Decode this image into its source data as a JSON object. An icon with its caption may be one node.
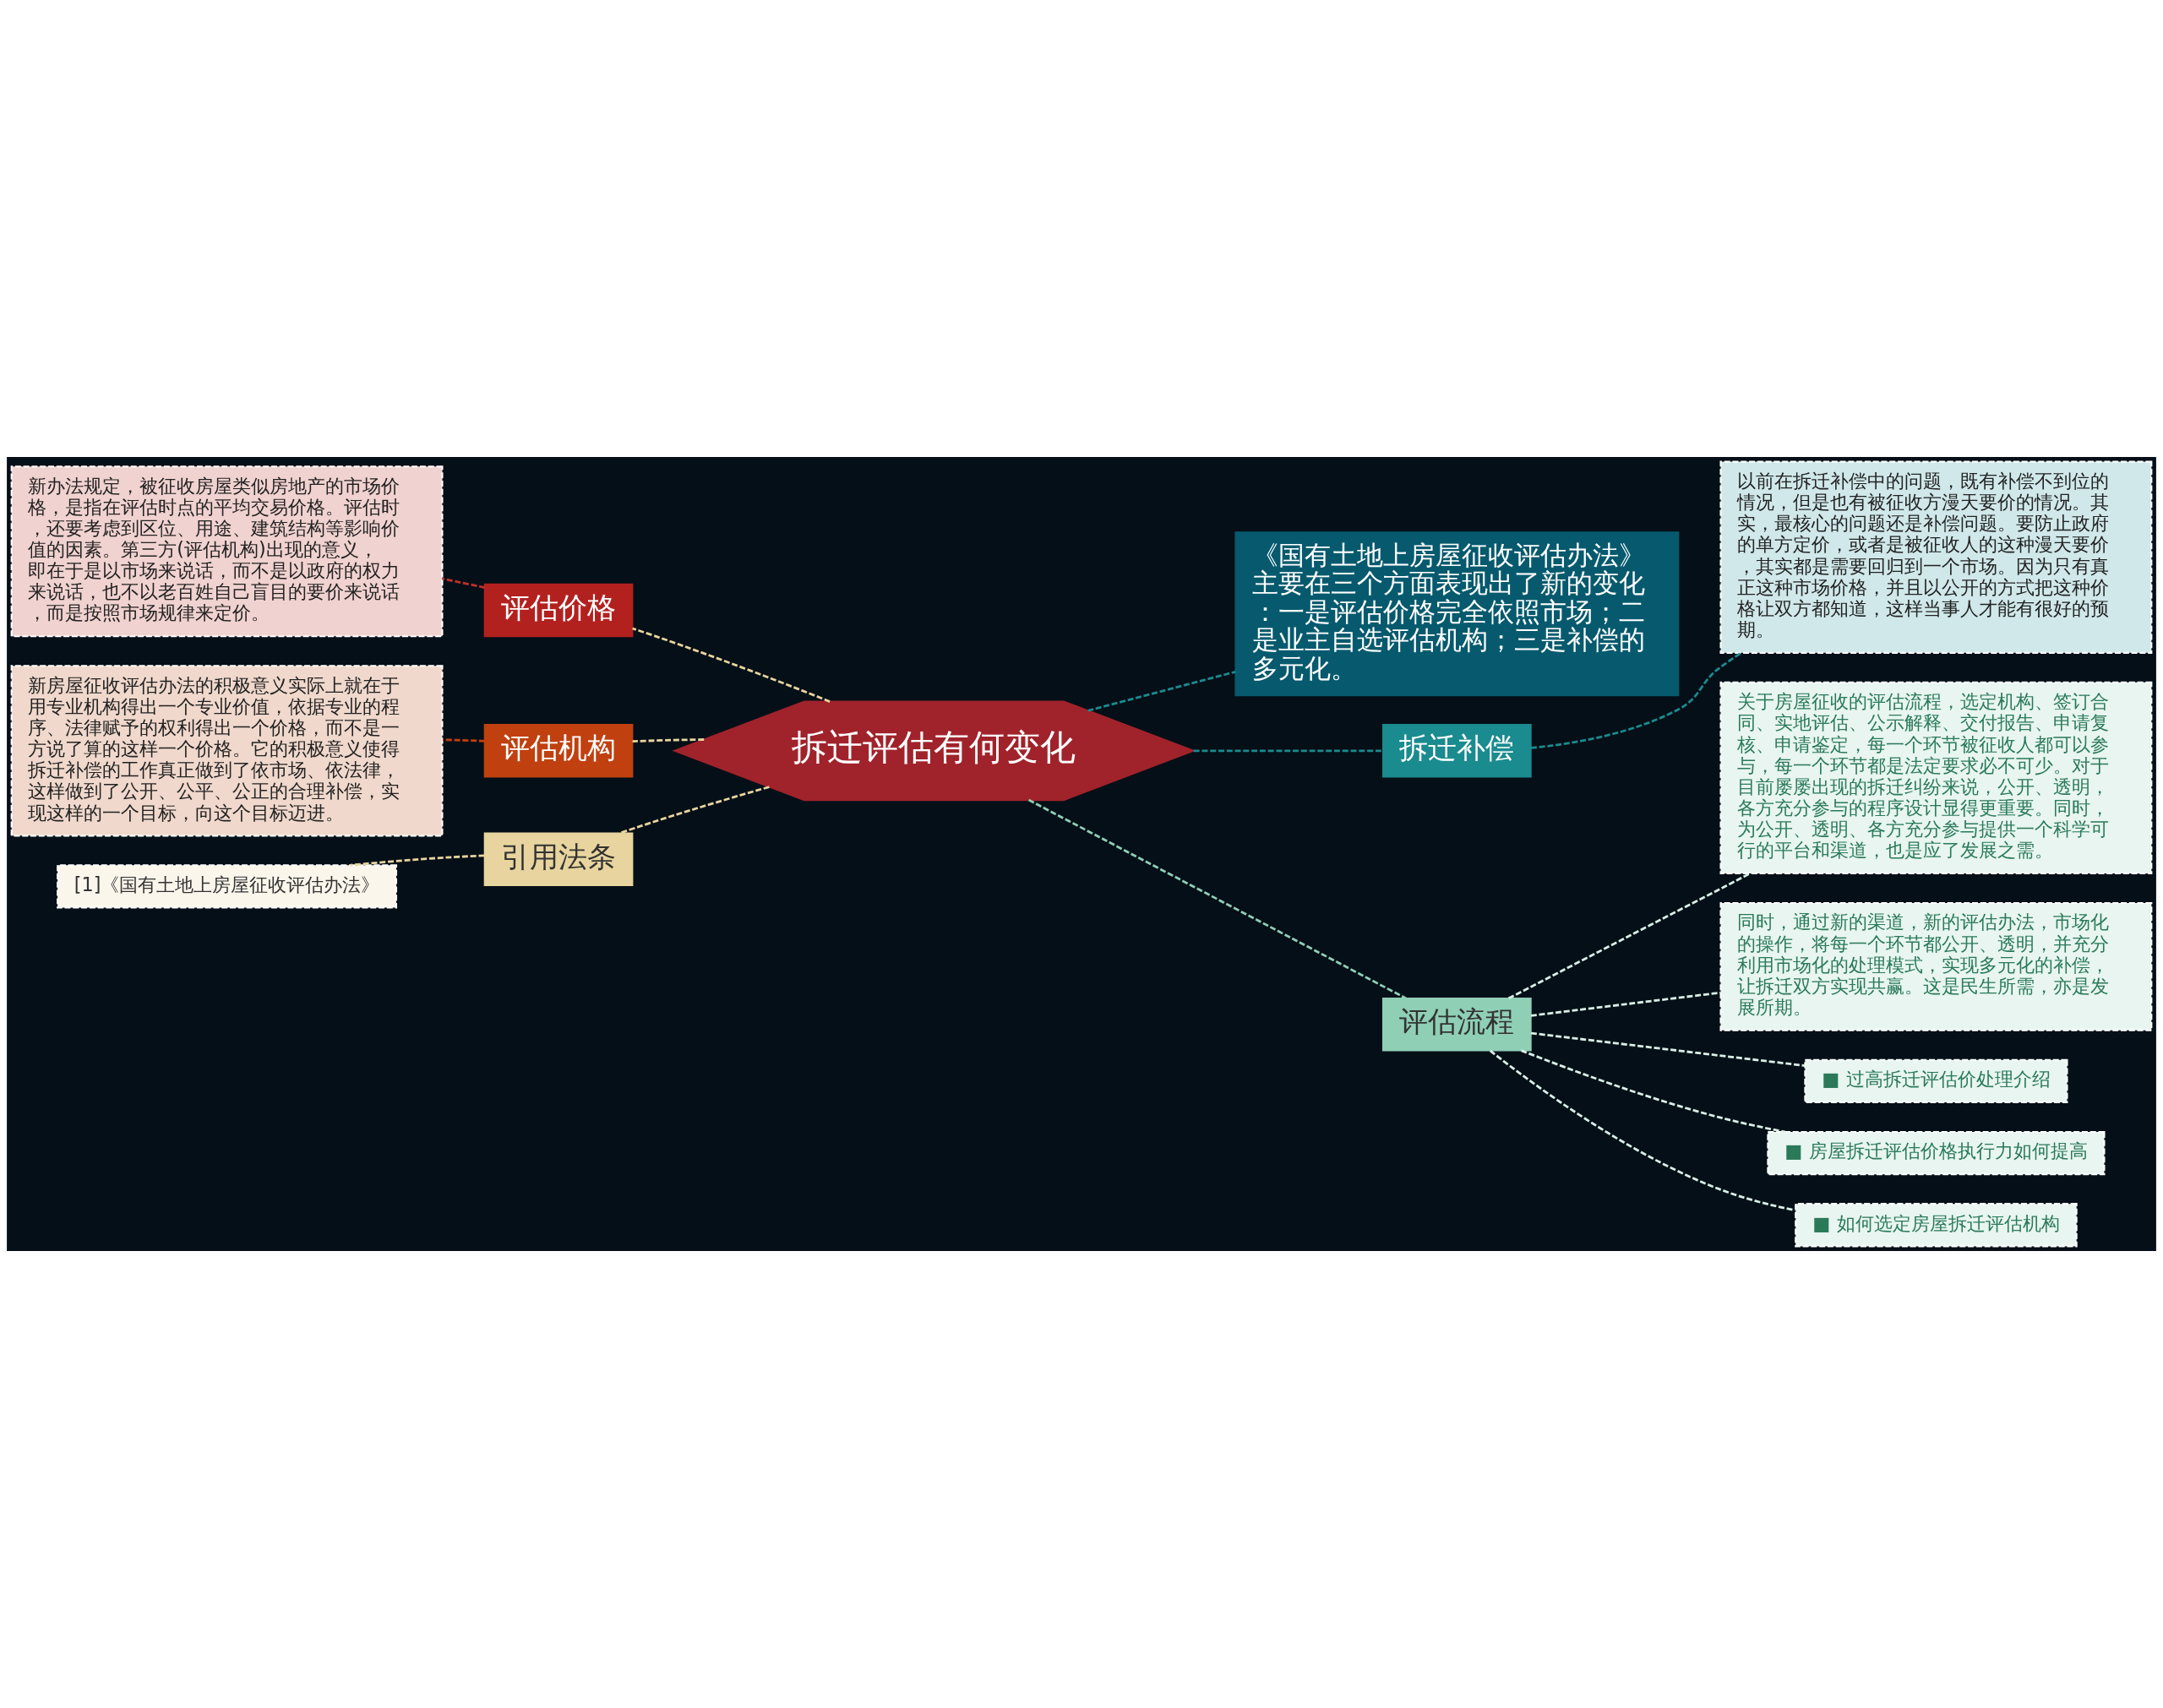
{
  "diagram": {
    "nodes": [
      {
        "text": [
          "拆迁评估有何变化"
        ]
      },
      {
        "text": [
          "评估价格"
        ]
      },
      {
        "text": [
          "新办法规定，被征收房屋类似房地产的市场价格，是指在评估时点的平均交易价格。评估时，还要考虑到区位、用途、建筑结构等影响价值的因素。第三方(评估机构)出现的意义，即在于是以市场来说话，而不是以政府的权力来说话，也不以老百姓自己盲目的要价来说话，而是按照市场规律来定价。"
        ]
      },
      {
        "text": [
          "评估机构"
        ]
      },
      {
        "text": [
          "新房屋征收评估办法的积极意义实际上就在于用专业机构得出一个专业价值，依据专业的程序、法律赋予的权利得出一个价格，而不是一方说了算的这样一个价格。它的积极意义使得拆迁补偿的工作真正做到了依市场、依法律，这样做到了公开、公平、公正的合理补偿，实现这样的一个目标，向这个目标迈进。"
        ]
      },
      {
        "text": [
          "引用法条"
        ]
      },
      {
        "text": [
          "[1]《国有土地上房屋征收评估办法》"
        ]
      },
      {
        "text": [
          "《国有土地上房屋征收评估办法》主要在三个方面表现出了新的变化：一是评估价格完全依照市场；二是业主自选评估机构；三是补偿的多元化。"
        ]
      },
      {
        "text": [
          "拆迁补偿"
        ]
      },
      {
        "text": [
          "以前在拆迁补偿中的问题，既有补偿不到位的情况，但是也有被征收方漫天要价的情况。其实，最核心的问题还是补偿问题。要防止政府的单方定价，或者是被征收人的这种漫天要价，其实都是需要回归到一个市场。因为只有真正这种市场价格，并且以公开的方式把这种价格让双方都知道，这样当事人才能有很好的预期。"
        ]
      },
      {
        "text": [
          "评估流程"
        ]
      },
      {
        "text": [
          "关于房屋征收的评估流程，选定机构、签订合同、实地评估、公示解释、交付报告、申请复核、申请鉴定，每一个环节被征收人都可以参与，每一个环节都是法定要求必不可少。对于目前屡屡出现的拆迁纠纷来说，公开、透明，各方充分参与的程序设计显得更重要。同时，为公开、透明、各方充分参与提供一个科学可行的平台和渠道，也是应了发展之需。"
        ]
      },
      {
        "text": [
          "同时，通过新的渠道，新的评估办法，市场化的操作，将每一个环节都公开、透明，并充分利用市场化的处理模式，实现多元化的补偿，让拆迁双方实现共赢。这是民生所需，亦是发展所期。"
        ]
      },
      {
        "text": [
          "■ 过高拆迁评估价处理介绍"
        ]
      },
      {
        "text": [
          "■ 房屋拆迁评估价格执行力如何提高"
        ]
      },
      {
        "text": [
          "■ 如何选定房屋拆迁评估机构"
        ]
      }
    ],
    "edges": [
      {
        "from": 0,
        "to": 1,
        "arrow": "none",
        "style": "dashed",
        "color": "#e8d49e"
      },
      {
        "from": 1,
        "to": 2,
        "arrow": "none",
        "style": "dashed",
        "color": "#c0302a"
      },
      {
        "from": 0,
        "to": 3,
        "arrow": "none",
        "style": "dashed",
        "color": "#e8d49e"
      },
      {
        "from": 3,
        "to": 4,
        "arrow": "none",
        "style": "dashed",
        "color": "#c0400f"
      },
      {
        "from": 0,
        "to": 5,
        "arrow": "none",
        "style": "dashed",
        "color": "#e8d49e"
      },
      {
        "from": 5,
        "to": 6,
        "arrow": "none",
        "style": "dashed",
        "color": "#e8d49e"
      },
      {
        "from": 0,
        "to": 7,
        "arrow": "none",
        "style": "dashed",
        "color": "#1a8b8f"
      },
      {
        "from": 0,
        "to": 8,
        "arrow": "none",
        "style": "dashed",
        "color": "#1a8b8f"
      },
      {
        "from": 8,
        "to": 9,
        "arrow": "none",
        "style": "dashed",
        "color": "#1a8b8f"
      },
      {
        "from": 0,
        "to": 10,
        "arrow": "none",
        "style": "dashed",
        "color": "#8fcfb6"
      },
      {
        "from": 10,
        "to": 11,
        "arrow": "none",
        "style": "dashed",
        "color": "#d8efe6"
      },
      {
        "from": 10,
        "to": 12,
        "arrow": "none",
        "style": "dashed",
        "color": "#d8efe6"
      },
      {
        "from": 10,
        "to": 13,
        "arrow": "none",
        "style": "dashed",
        "color": "#d8efe6"
      },
      {
        "from": 10,
        "to": 14,
        "arrow": "none",
        "style": "dashed",
        "color": "#d8efe6"
      },
      {
        "from": 10,
        "to": 15,
        "arrow": "none",
        "style": "dashed",
        "color": "#d8efe6"
      }
    ]
  }
}
